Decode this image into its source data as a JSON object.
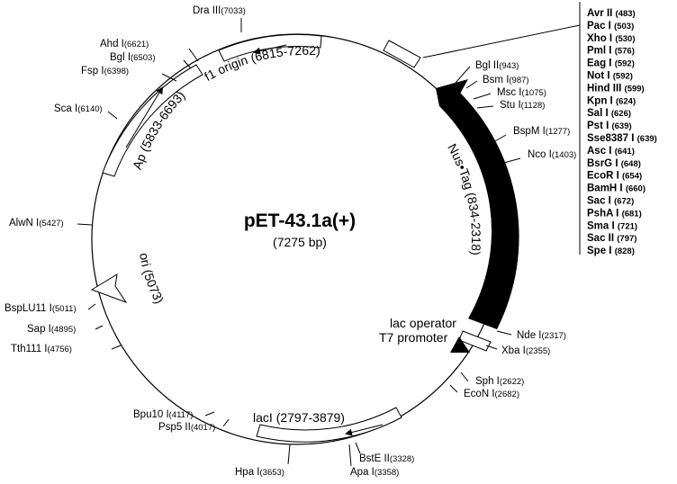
{
  "plasmid": {
    "name": "pET-43.1a(+)",
    "size_label": "(7275 bp)"
  },
  "features": {
    "nus_tag": "Nus•Tag (834-2318)",
    "ap": "Ap (5833-6693)",
    "f1_origin": "f1 origin (6815-7262)",
    "ori": "ori (5073)",
    "lacI": "lacI (2797-3879)",
    "lac_operator": "lac operator",
    "t7_promoter": "T7 promoter"
  },
  "sites": [
    {
      "id": "dra3",
      "name": "Dra III",
      "pos": "(7033)"
    },
    {
      "id": "ahd1",
      "name": "Ahd I",
      "pos": "(6621)"
    },
    {
      "id": "bgl1",
      "name": "Bgl I",
      "pos": "(6503)"
    },
    {
      "id": "fsp1",
      "name": "Fsp I",
      "pos": "(6398)"
    },
    {
      "id": "sca1",
      "name": "Sca I",
      "pos": "(6140)"
    },
    {
      "id": "alwn1",
      "name": "AlwN I",
      "pos": "(5427)"
    },
    {
      "id": "bsplu11",
      "name": "BspLU11 I",
      "pos": "(5011)"
    },
    {
      "id": "sap1",
      "name": "Sap I",
      "pos": "(4895)"
    },
    {
      "id": "tth111",
      "name": "Tth111 I",
      "pos": "(4756)"
    },
    {
      "id": "bpu10",
      "name": "Bpu10 I",
      "pos": "(4117)"
    },
    {
      "id": "psp5",
      "name": "Psp5 II",
      "pos": "(4017)"
    },
    {
      "id": "hpa1",
      "name": "Hpa I",
      "pos": "(3653)"
    },
    {
      "id": "bste2",
      "name": "BstE II",
      "pos": "(3328)"
    },
    {
      "id": "apa1",
      "name": "Apa I",
      "pos": "(3358)"
    },
    {
      "id": "econ1",
      "name": "EcoN I",
      "pos": "(2682)"
    },
    {
      "id": "sph1",
      "name": "Sph I",
      "pos": "(2622)"
    },
    {
      "id": "xba1",
      "name": "Xba I",
      "pos": "(2355)"
    },
    {
      "id": "nde1",
      "name": "Nde I",
      "pos": "(2317)"
    },
    {
      "id": "nco1",
      "name": "Nco I",
      "pos": "(1403)"
    },
    {
      "id": "bspm1",
      "name": "BspM I",
      "pos": "(1277)"
    },
    {
      "id": "stu1",
      "name": "Stu I",
      "pos": "(1128)"
    },
    {
      "id": "msc1",
      "name": "Msc I",
      "pos": "(1075)"
    },
    {
      "id": "bsm1",
      "name": "Bsm I",
      "pos": "(987)"
    },
    {
      "id": "bgl2",
      "name": "Bgl II",
      "pos": "(943)"
    }
  ],
  "mcs_sites": [
    {
      "name": "Avr II",
      "pos": "(483)"
    },
    {
      "name": "Pac I",
      "pos": "(503)"
    },
    {
      "name": "Xho I",
      "pos": "(530)"
    },
    {
      "name": "Pml I",
      "pos": "(576)"
    },
    {
      "name": "Eag I",
      "pos": "(592)"
    },
    {
      "name": "Not I",
      "pos": "(592)"
    },
    {
      "name": "Hind III",
      "pos": "(599)"
    },
    {
      "name": "Kpn I",
      "pos": "(624)"
    },
    {
      "name": "Sal I",
      "pos": "(626)"
    },
    {
      "name": "Pst I",
      "pos": "(639)"
    },
    {
      "name": "Sse8387 I",
      "pos": "(639)"
    },
    {
      "name": "Asc I",
      "pos": "(641)"
    },
    {
      "name": "BsrG I",
      "pos": "(648)"
    },
    {
      "name": "EcoR I",
      "pos": "(654)"
    },
    {
      "name": "BamH I",
      "pos": "(660)"
    },
    {
      "name": "Sac I",
      "pos": "(672)"
    },
    {
      "name": "PshA I",
      "pos": "(681)"
    },
    {
      "name": "Sma I",
      "pos": "(721)"
    },
    {
      "name": "Sac II",
      "pos": "(797)"
    },
    {
      "name": "Spe I",
      "pos": "(828)"
    }
  ]
}
